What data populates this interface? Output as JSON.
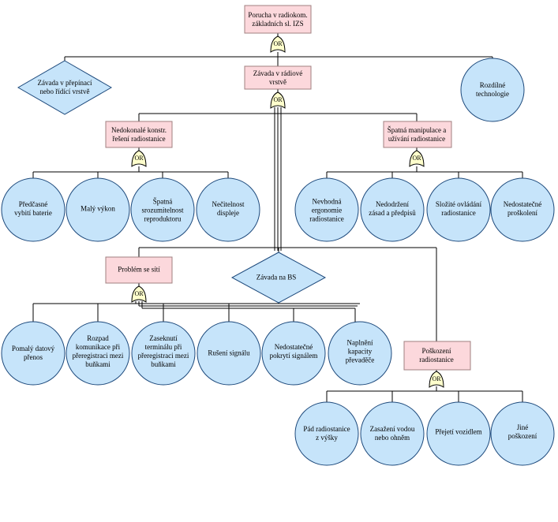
{
  "gate_label": "OR",
  "colors": {
    "event_fill": "#fcd8dc",
    "event_stroke": "#a08080",
    "basic_fill": "#c6e4fa",
    "basic_stroke": "#1e4a7c",
    "diamond_fill": "#c6e4fa",
    "gate_fill": "#ffffcc",
    "line": "#000000"
  },
  "nodes": {
    "top_event": "Porucha v radiokom.\nzákladních sl. IZS",
    "zavada_prepinaci": "Závada v přepínací\nnebo řídící vrstvě",
    "zavada_radiove": "Závada v rádiové\nvrstvě",
    "rozdilne_technologie": "Rozdílné\ntechnologie",
    "nedokonale_reseni": "Nedokonalé konstr.\nřešení radiostanice",
    "spatna_manipulace": "Špatná manipulace a\nužívání radiostanice",
    "predcasne_vybiti": "Předčasné\nvybití baterie",
    "maly_vykon": "Malý výkon",
    "spatna_srozumitelnost": "Špatná\nsrozumitelnost\nreproduktoru",
    "necitelnost_displeje": "Nečitelnost\ndispleje",
    "nevhodna_ergonomie": "Nevhodná\nergonomie\nradiostanice",
    "nedodrzeni_zasad": "Nedodržení\nzásad a předpisů",
    "slozite_ovladani": "Složité ovládání\nradiostanice",
    "nedostatecne_proskoleni": "Nedostatečné\nproškolení",
    "problem_se_siti": "Problém se sítí",
    "zavada_na_bs": "Závada na BS",
    "pomaly_prenos": "Pomalý datový\npřenos",
    "rozpad_komunikace": "Rozpad\nkomunikace při\npřeregistraci mezi\nbuňkami",
    "zaseknuti_terminalu": "Zaseknutí\nterminálu při\npřeregistraci mezi\nbuňkami",
    "ruseni_signalu": "Rušení signálu",
    "nedostatecne_pokryti": "Nedostatečné\npokrytí signálem",
    "naplneni_kapacity": "Naplnění\nkapacity\npřevaděče",
    "poskozeni_radiostanice": "Poškození\nradiostanice",
    "pad_radiostanice": "Pád radiostanice\nz výšky",
    "zasazeni_vodou": "Zasažení vodou\nnebo ohněm",
    "prejeti_vozidlem": "Přejetí vozidlem",
    "jine_poskozeni": "Jiné poškození"
  }
}
